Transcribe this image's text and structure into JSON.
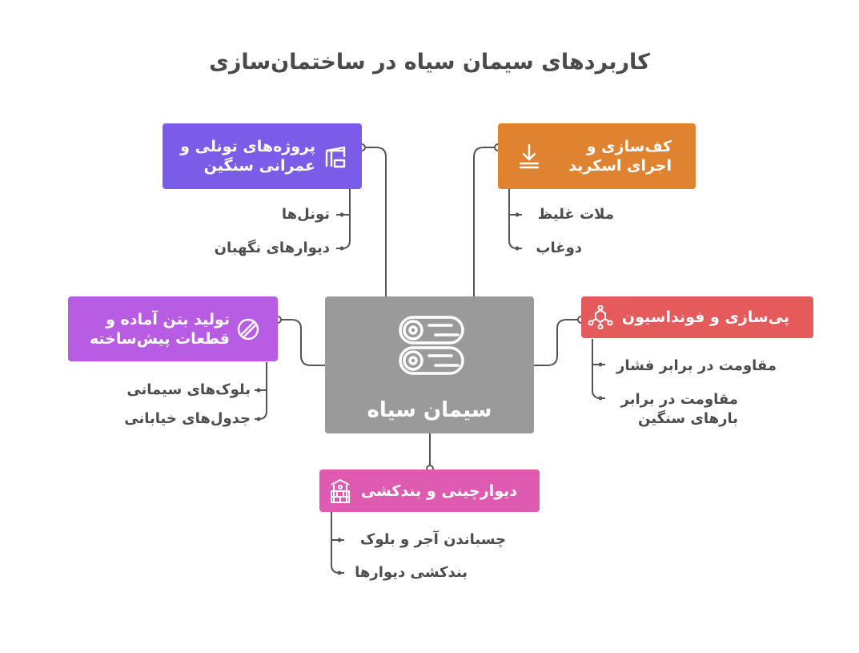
{
  "title": "کاربردهای سیمان سیاه در ساختمان‌سازی",
  "center": {
    "label": "سیمان سیاه",
    "color": "#9a9a9a",
    "icon": "cement-rolls-icon"
  },
  "branches": {
    "tunnel": {
      "label": "پروژه‌های تونلی و عمرانی سنگین",
      "color": "#7b5ce8",
      "icon": "construction-crane-icon",
      "items": [
        "تونل‌ها",
        "دیوارهای نگهبان"
      ]
    },
    "floor": {
      "label": "کف‌سازی و اجرای اسکرید",
      "color": "#df8331",
      "icon": "level-down-arrow-icon",
      "items": [
        "ملات غلیظ",
        "دوغاب"
      ]
    },
    "precast": {
      "label": "تولید بتن آماده و قطعات پیش‌ساخته",
      "color": "#b85ce4",
      "icon": "precast-disc-icon",
      "items": [
        "بلوک‌های سیمانی",
        "جدول‌های خیابانی"
      ]
    },
    "foundation": {
      "label": "پی‌سازی و فونداسیون",
      "color": "#e55a5a",
      "icon": "molecule-structure-icon",
      "items": [
        "مقاومت در برابر فشار",
        "مقاومت در برابر بارهای سنگین"
      ]
    },
    "masonry": {
      "label": "دیوارچینی و بندکشی",
      "color": "#df5bb1",
      "icon": "brick-well-icon",
      "items": [
        "چسباندن آجر و بلوک",
        "بندکشی دیوارها"
      ]
    }
  }
}
